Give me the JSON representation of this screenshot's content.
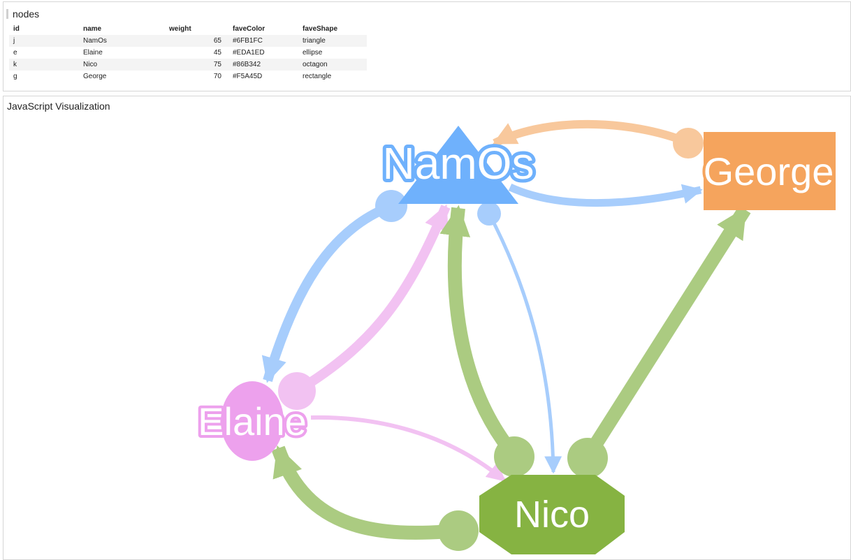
{
  "nodes_panel": {
    "title": "nodes",
    "columns": [
      "id",
      "name",
      "weight",
      "faveColor",
      "faveShape"
    ],
    "rows": [
      {
        "id": "j",
        "name": "NamOs",
        "weight": "65",
        "faveColor": "#6FB1FC",
        "faveShape": "triangle"
      },
      {
        "id": "e",
        "name": "Elaine",
        "weight": "45",
        "faveColor": "#EDA1ED",
        "faveShape": "ellipse"
      },
      {
        "id": "k",
        "name": "Nico",
        "weight": "75",
        "faveColor": "#86B342",
        "faveShape": "octagon"
      },
      {
        "id": "g",
        "name": "George",
        "weight": "70",
        "faveColor": "#F5A45D",
        "faveShape": "rectangle"
      }
    ]
  },
  "viz_panel": {
    "title": "JavaScript Visualization"
  },
  "graph": {
    "nodes": [
      {
        "id": "j",
        "label": "NamOs",
        "shape": "triangle",
        "color": "#6FB1FC"
      },
      {
        "id": "e",
        "label": "Elaine",
        "shape": "ellipse",
        "color": "#EDA1ED"
      },
      {
        "id": "k",
        "label": "Nico",
        "shape": "octagon",
        "color": "#86B342"
      },
      {
        "id": "g",
        "label": "George",
        "shape": "rectangle",
        "color": "#F5A45D"
      }
    ],
    "edges": [
      {
        "source": "j",
        "target": "e",
        "color": "#6FB1FC"
      },
      {
        "source": "j",
        "target": "k",
        "color": "#6FB1FC"
      },
      {
        "source": "j",
        "target": "g",
        "color": "#6FB1FC"
      },
      {
        "source": "e",
        "target": "j",
        "color": "#EDA1ED"
      },
      {
        "source": "e",
        "target": "k",
        "color": "#EDA1ED"
      },
      {
        "source": "k",
        "target": "j",
        "color": "#86B342"
      },
      {
        "source": "k",
        "target": "e",
        "color": "#86B342"
      },
      {
        "source": "k",
        "target": "g",
        "color": "#86B342"
      },
      {
        "source": "g",
        "target": "j",
        "color": "#F5A45D"
      }
    ]
  }
}
